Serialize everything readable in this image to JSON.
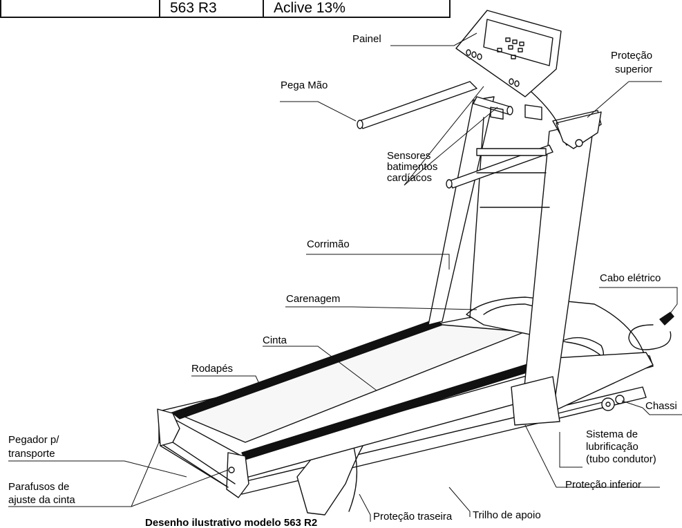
{
  "header_table": {
    "model": "563 R3",
    "variant": "Aclive 13%"
  },
  "labels": {
    "painel": "Painel",
    "protecao_superior_1": "Proteção",
    "protecao_superior_2": "superior",
    "pega_mao": "Pega Mão",
    "sensores_1": "Sensores",
    "sensores_2": "batimentos",
    "sensores_3": "cardíacos",
    "corrimao": "Corrimão",
    "cabo_eletrico": "Cabo elétrico",
    "carenagem": "Carenagem",
    "cinta": "Cinta",
    "rodapes": "Rodapés",
    "chassi": "Chassi",
    "pegador_1": "Pegador p/",
    "pegador_2": "transporte",
    "sistema_1": "Sistema de",
    "sistema_2": "lubrificação",
    "sistema_3": "(tubo condutor)",
    "parafusos_1": "Parafusos de",
    "parafusos_2": "ajuste da cinta",
    "protecao_inferior": "Proteção inferior",
    "protecao_traseira": "Proteção traseira",
    "trilho_apoio": "Trilho de apoio"
  },
  "caption": "Desenho ilustrativo modelo 563 R2"
}
